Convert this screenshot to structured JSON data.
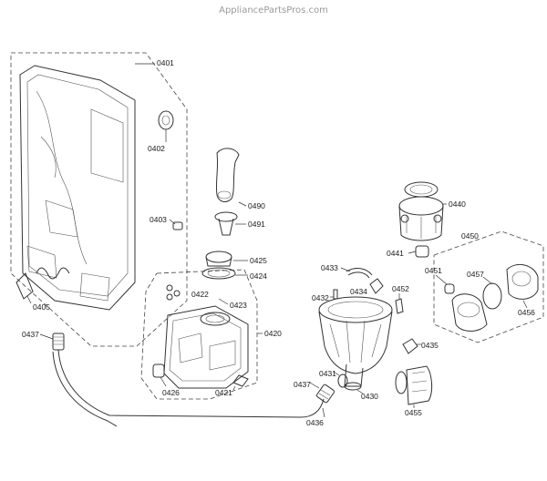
{
  "watermark": "AppliancePartsPros.com",
  "labels": [
    "0401",
    "0402",
    "0403",
    "0405",
    "0437",
    "0490",
    "0491",
    "0425",
    "0424",
    "0422",
    "0423",
    "0420",
    "0426",
    "0421",
    "0433",
    "0432",
    "0434",
    "0452",
    "0440",
    "0441",
    "0450",
    "0451",
    "0457",
    "0456",
    "0435",
    "0431",
    "0430",
    "0437",
    "0436",
    "0455"
  ]
}
